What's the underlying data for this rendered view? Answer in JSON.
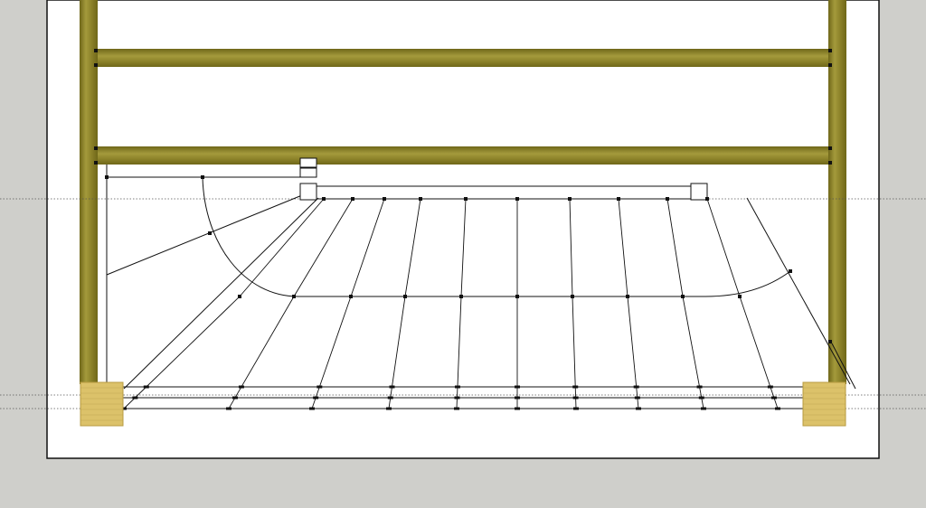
{
  "viewport": {
    "background": "#cfcfcb",
    "sheet_color": "#ffffff"
  },
  "materials": {
    "wood_dark": "#7d7422",
    "wood_light": "#a49a3c",
    "wood_grain": "#6b6318",
    "post_fill": "#dcc26a",
    "post_edge": "#b79b40",
    "line_color": "#111111",
    "guide_color": "#555555"
  },
  "model": {
    "vertical_beams": 2,
    "horizontal_beams": 2,
    "corner_posts": 2,
    "stair_stringers": 13,
    "tread_rails": 3,
    "guide_lines": 3
  }
}
